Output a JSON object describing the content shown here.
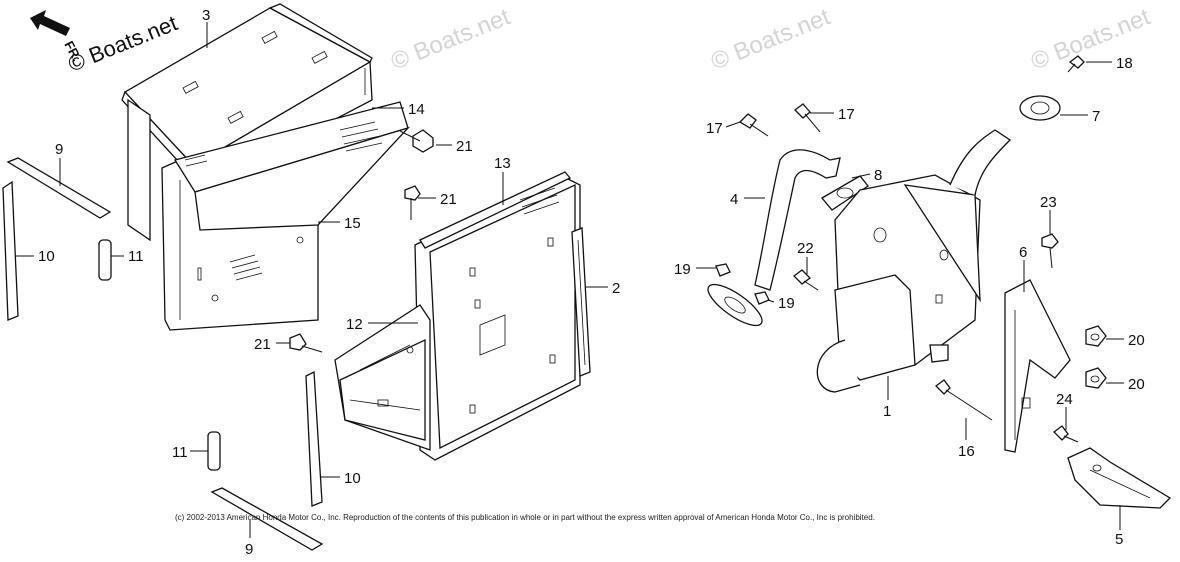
{
  "watermarks": [
    {
      "text": "© Boats.net",
      "style": "dark"
    },
    {
      "text": "© Boats.net",
      "style": "light"
    },
    {
      "text": "© Boats.net",
      "style": "light"
    },
    {
      "text": "© Boats.net",
      "style": "light"
    }
  ],
  "front_indicator": {
    "label": "FR.",
    "icon": "arrow-icon"
  },
  "callouts": [
    {
      "id": "3",
      "text": "3"
    },
    {
      "id": "14",
      "text": "14"
    },
    {
      "id": "21a",
      "text": "21"
    },
    {
      "id": "9a",
      "text": "9"
    },
    {
      "id": "15",
      "text": "15"
    },
    {
      "id": "21b",
      "text": "21"
    },
    {
      "id": "13",
      "text": "13"
    },
    {
      "id": "10a",
      "text": "10"
    },
    {
      "id": "11a",
      "text": "11"
    },
    {
      "id": "2",
      "text": "2"
    },
    {
      "id": "12",
      "text": "12"
    },
    {
      "id": "21c",
      "text": "21"
    },
    {
      "id": "11b",
      "text": "11"
    },
    {
      "id": "10b",
      "text": "10"
    },
    {
      "id": "9b",
      "text": "9"
    },
    {
      "id": "18",
      "text": "18"
    },
    {
      "id": "17a",
      "text": "17"
    },
    {
      "id": "17b",
      "text": "17"
    },
    {
      "id": "7",
      "text": "7"
    },
    {
      "id": "8",
      "text": "8"
    },
    {
      "id": "4",
      "text": "4"
    },
    {
      "id": "23",
      "text": "23"
    },
    {
      "id": "22",
      "text": "22"
    },
    {
      "id": "19a",
      "text": "19"
    },
    {
      "id": "19b",
      "text": "19"
    },
    {
      "id": "6",
      "text": "6"
    },
    {
      "id": "20a",
      "text": "20"
    },
    {
      "id": "20b",
      "text": "20"
    },
    {
      "id": "1",
      "text": "1"
    },
    {
      "id": "24",
      "text": "24"
    },
    {
      "id": "16",
      "text": "16"
    },
    {
      "id": "5",
      "text": "5"
    }
  ],
  "copyright": "(c) 2002-2013 American Honda Motor Co., Inc. Reproduction of the contents of this publication in whole or in part without the express written approval of American Honda Motor Co., Inc is prohibited."
}
